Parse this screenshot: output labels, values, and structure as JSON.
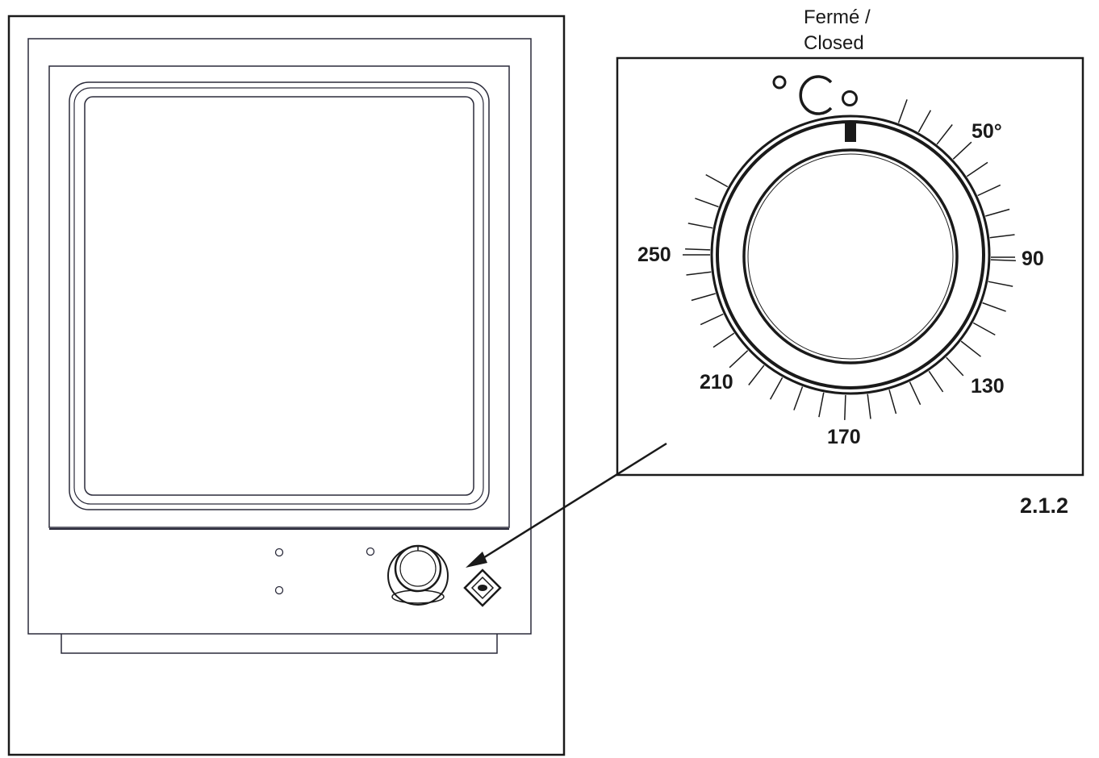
{
  "labels": {
    "closed_line1": "Fermé /",
    "closed_line2": "Closed",
    "figure_number": "2.1.2",
    "unit": "°C"
  },
  "dial": {
    "scale_labels": [
      "50°",
      "90",
      "130",
      "170",
      "210",
      "250"
    ]
  },
  "icons": {
    "heat_symbol": "diamond-heat-icon",
    "marker": "closed-position-marker-icon"
  },
  "colors": {
    "line": "#1a1a1a",
    "panel_line": "#2a2a3a",
    "background": "#ffffff"
  }
}
